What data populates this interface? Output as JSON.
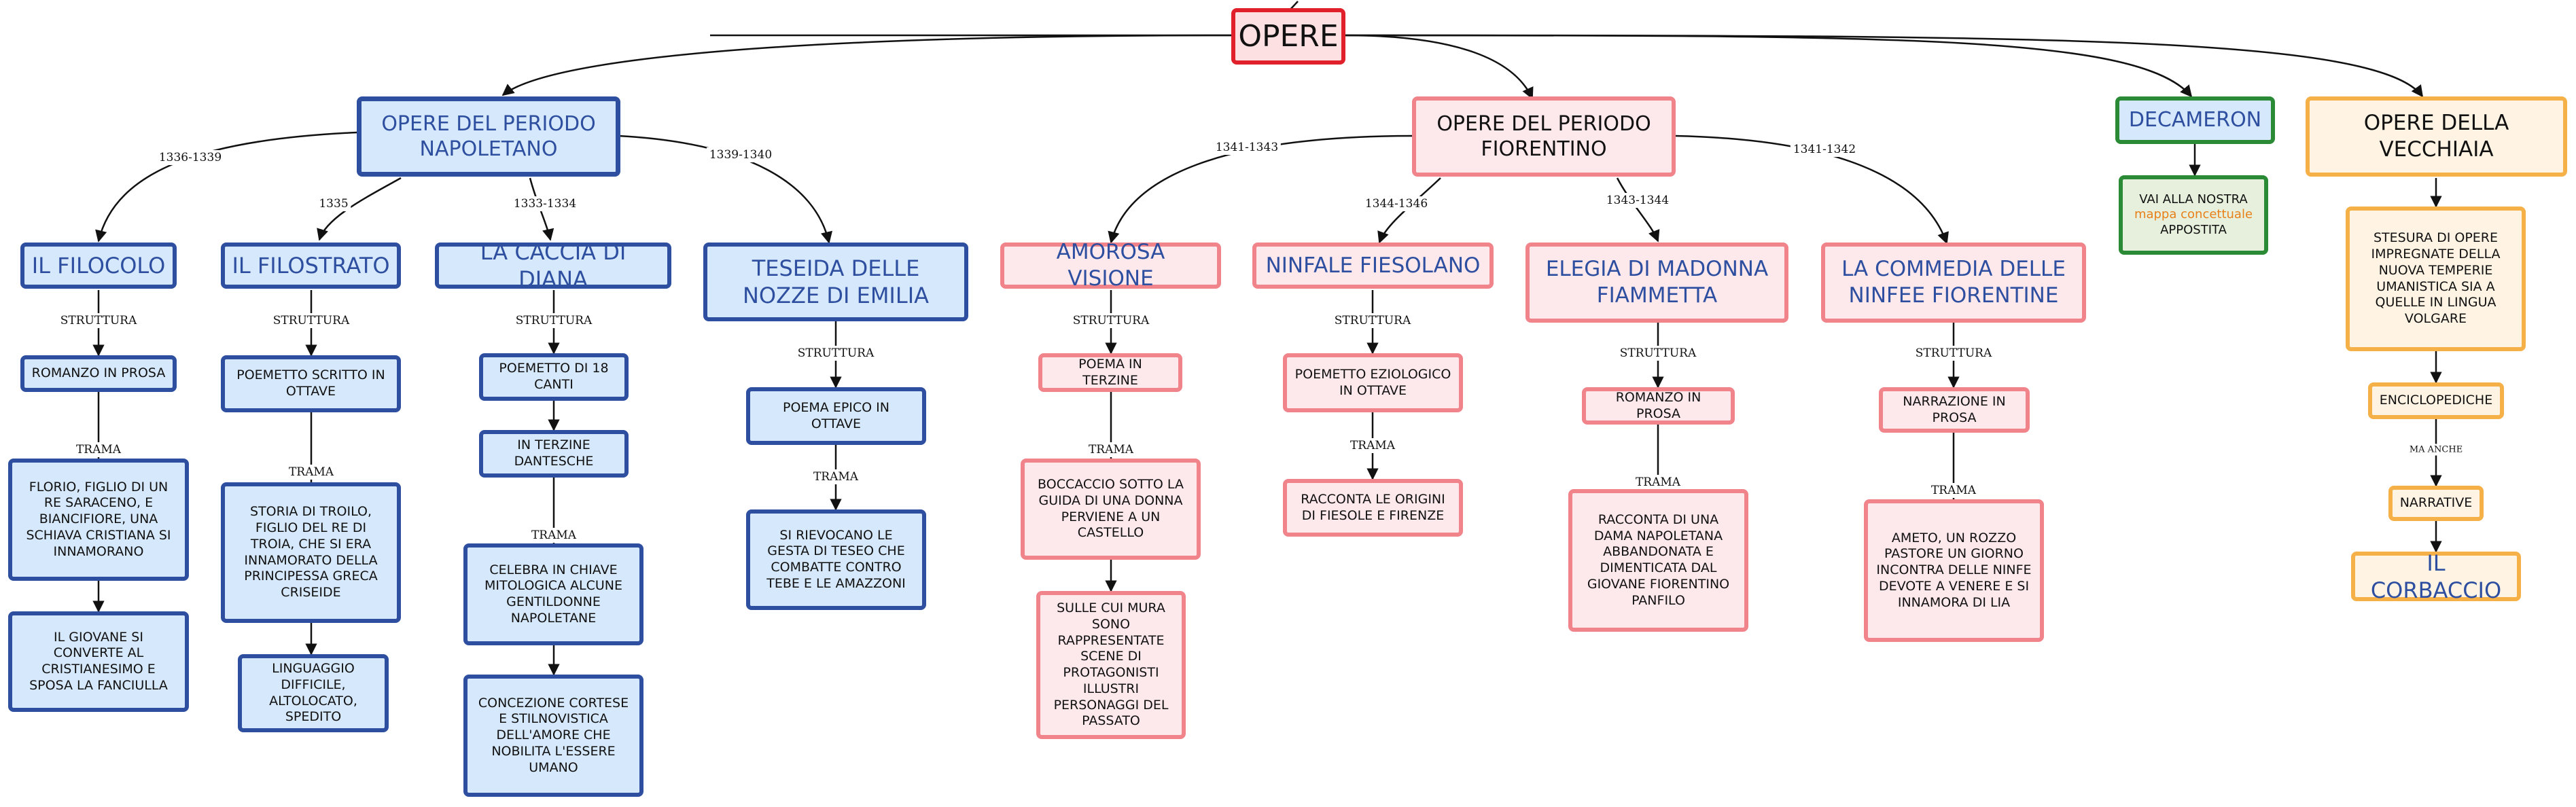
{
  "root": "OPERE",
  "colors": {
    "blue_border": "#2e4fa0",
    "blue_fill": "#d6e8fb",
    "pink_border": "#f0848a",
    "pink_fill": "#fde8ec",
    "red_border": "#e0202a",
    "green_border": "#2a8a35",
    "orange_border": "#f5b048",
    "orange_fill": "#fff4e4",
    "link_highlight": "#e8801a"
  },
  "napoletano": {
    "title": "OPERE DEL PERIODO NAPOLETANO",
    "filocolo": {
      "year": "1336-1339",
      "title": "IL FILOCOLO",
      "struttura_label": "STRUTTURA",
      "struttura": "ROMANZO IN PROSA",
      "trama_label": "TRAMA",
      "trama": "FLORIO, FIGLIO DI UN RE SARACENO, E BIANCIFIORE, UNA SCHIAVA CRISTIANA SI INNAMORANO",
      "seguito": "IL GIOVANE SI CONVERTE AL CRISTIANESIMO E SPOSA LA FANCIULLA"
    },
    "filostrato": {
      "year": "1335",
      "title": "IL FILOSTRATO",
      "struttura_label": "STRUTTURA",
      "struttura": "POEMETTO SCRITTO IN OTTAVE",
      "trama_label": "TRAMA",
      "trama": "STORIA DI TROILO, FIGLIO DEL RE DI TROIA, CHE SI ERA INNAMORATO DELLA PRINCIPESSA GRECA CRISEIDE",
      "linguaggio": "LINGUAGGIO DIFFICILE, ALTOLOCATO, SPEDITO"
    },
    "caccia": {
      "year": "1333-1334",
      "title": "LA CACCIA DI DIANA",
      "struttura_label": "STRUTTURA",
      "struttura": "POEMETTO DI 18 CANTI",
      "terzine": "IN TERZINE DANTESCHE",
      "trama_label": "TRAMA",
      "trama": "CELEBRA IN CHIAVE MITOLOGICA ALCUNE GENTILDONNE NAPOLETANE",
      "concezione": "CONCEZIONE CORTESE E STILNOVISTICA DELL'AMORE CHE NOBILITA L'ESSERE UMANO"
    },
    "teseida": {
      "year": "1339-1340",
      "title": "TESEIDA DELLE NOZZE DI EMILIA",
      "struttura_label": "STRUTTURA",
      "struttura": "POEMA EPICO IN OTTAVE",
      "trama_label": "TRAMA",
      "trama": "SI RIEVOCANO LE GESTA DI TESEO CHE COMBATTE CONTRO TEBE E LE AMAZZONI"
    }
  },
  "fiorentino": {
    "title": "OPERE DEL PERIODO FIORENTINO",
    "amorosa": {
      "year": "1341-1343",
      "title": "AMOROSA VISIONE",
      "struttura_label": "STRUTTURA",
      "struttura": "POEMA IN TERZINE",
      "trama_label": "TRAMA",
      "trama": "BOCCACCIO SOTTO LA GUIDA DI UNA DONNA PERVIENE A UN CASTELLO",
      "seguito": "SULLE CUI MURA SONO RAPPRESENTATE SCENE DI PROTAGONISTI ILLUSTRI PERSONAGGI DEL PASSATO"
    },
    "ninfale": {
      "year": "1344-1346",
      "title": "NINFALE FIESOLANO",
      "struttura_label": "STRUTTURA",
      "struttura": "POEMETTO EZIOLOGICO IN OTTAVE",
      "trama_label": "TRAMA",
      "trama": "RACCONTA LE ORIGINI DI FIESOLE E FIRENZE"
    },
    "elegia": {
      "year": "1343-1344",
      "title": "ELEGIA DI MADONNA FIAMMETTA",
      "struttura_label": "STRUTTURA",
      "struttura": "ROMANZO IN PROSA",
      "trama_label": "TRAMA",
      "trama": "RACCONTA DI UNA DAMA NAPOLETANA ABBANDONATA E DIMENTICATA DAL GIOVANE FIORENTINO PANFILO"
    },
    "commedia": {
      "year": "1341-1342",
      "title": "LA COMMEDIA DELLE NINFEE FIORENTINE",
      "struttura_label": "STRUTTURA",
      "struttura": "NARRAZIONE IN PROSA",
      "trama_label": "TRAMA",
      "trama": "AMETO, UN ROZZO PASTORE UN GIORNO INCONTRA DELLE NINFE DEVOTE A VENERE E SI INNAMORA DI LIA"
    }
  },
  "decameron": {
    "title": "DECAMERON",
    "link_pre": "VAI ALLA NOSTRA",
    "link_word1": "mappa",
    "link_word2": "concettuale",
    "link_post": "APPOSTITA"
  },
  "vecchiaia": {
    "title": "OPERE DELLA VECCHIAIA",
    "stesura": "STESURA DI OPERE IMPREGNATE DELLA NUOVA TEMPERIE UMANISTICA SIA A QUELLE IN LINGUA VOLGARE",
    "enciclopediche": "ENCICLOPEDICHE",
    "ma_anche": "MA ANCHE",
    "narrative": "NARRATIVE",
    "corbaccio": "IL CORBACCIO"
  }
}
